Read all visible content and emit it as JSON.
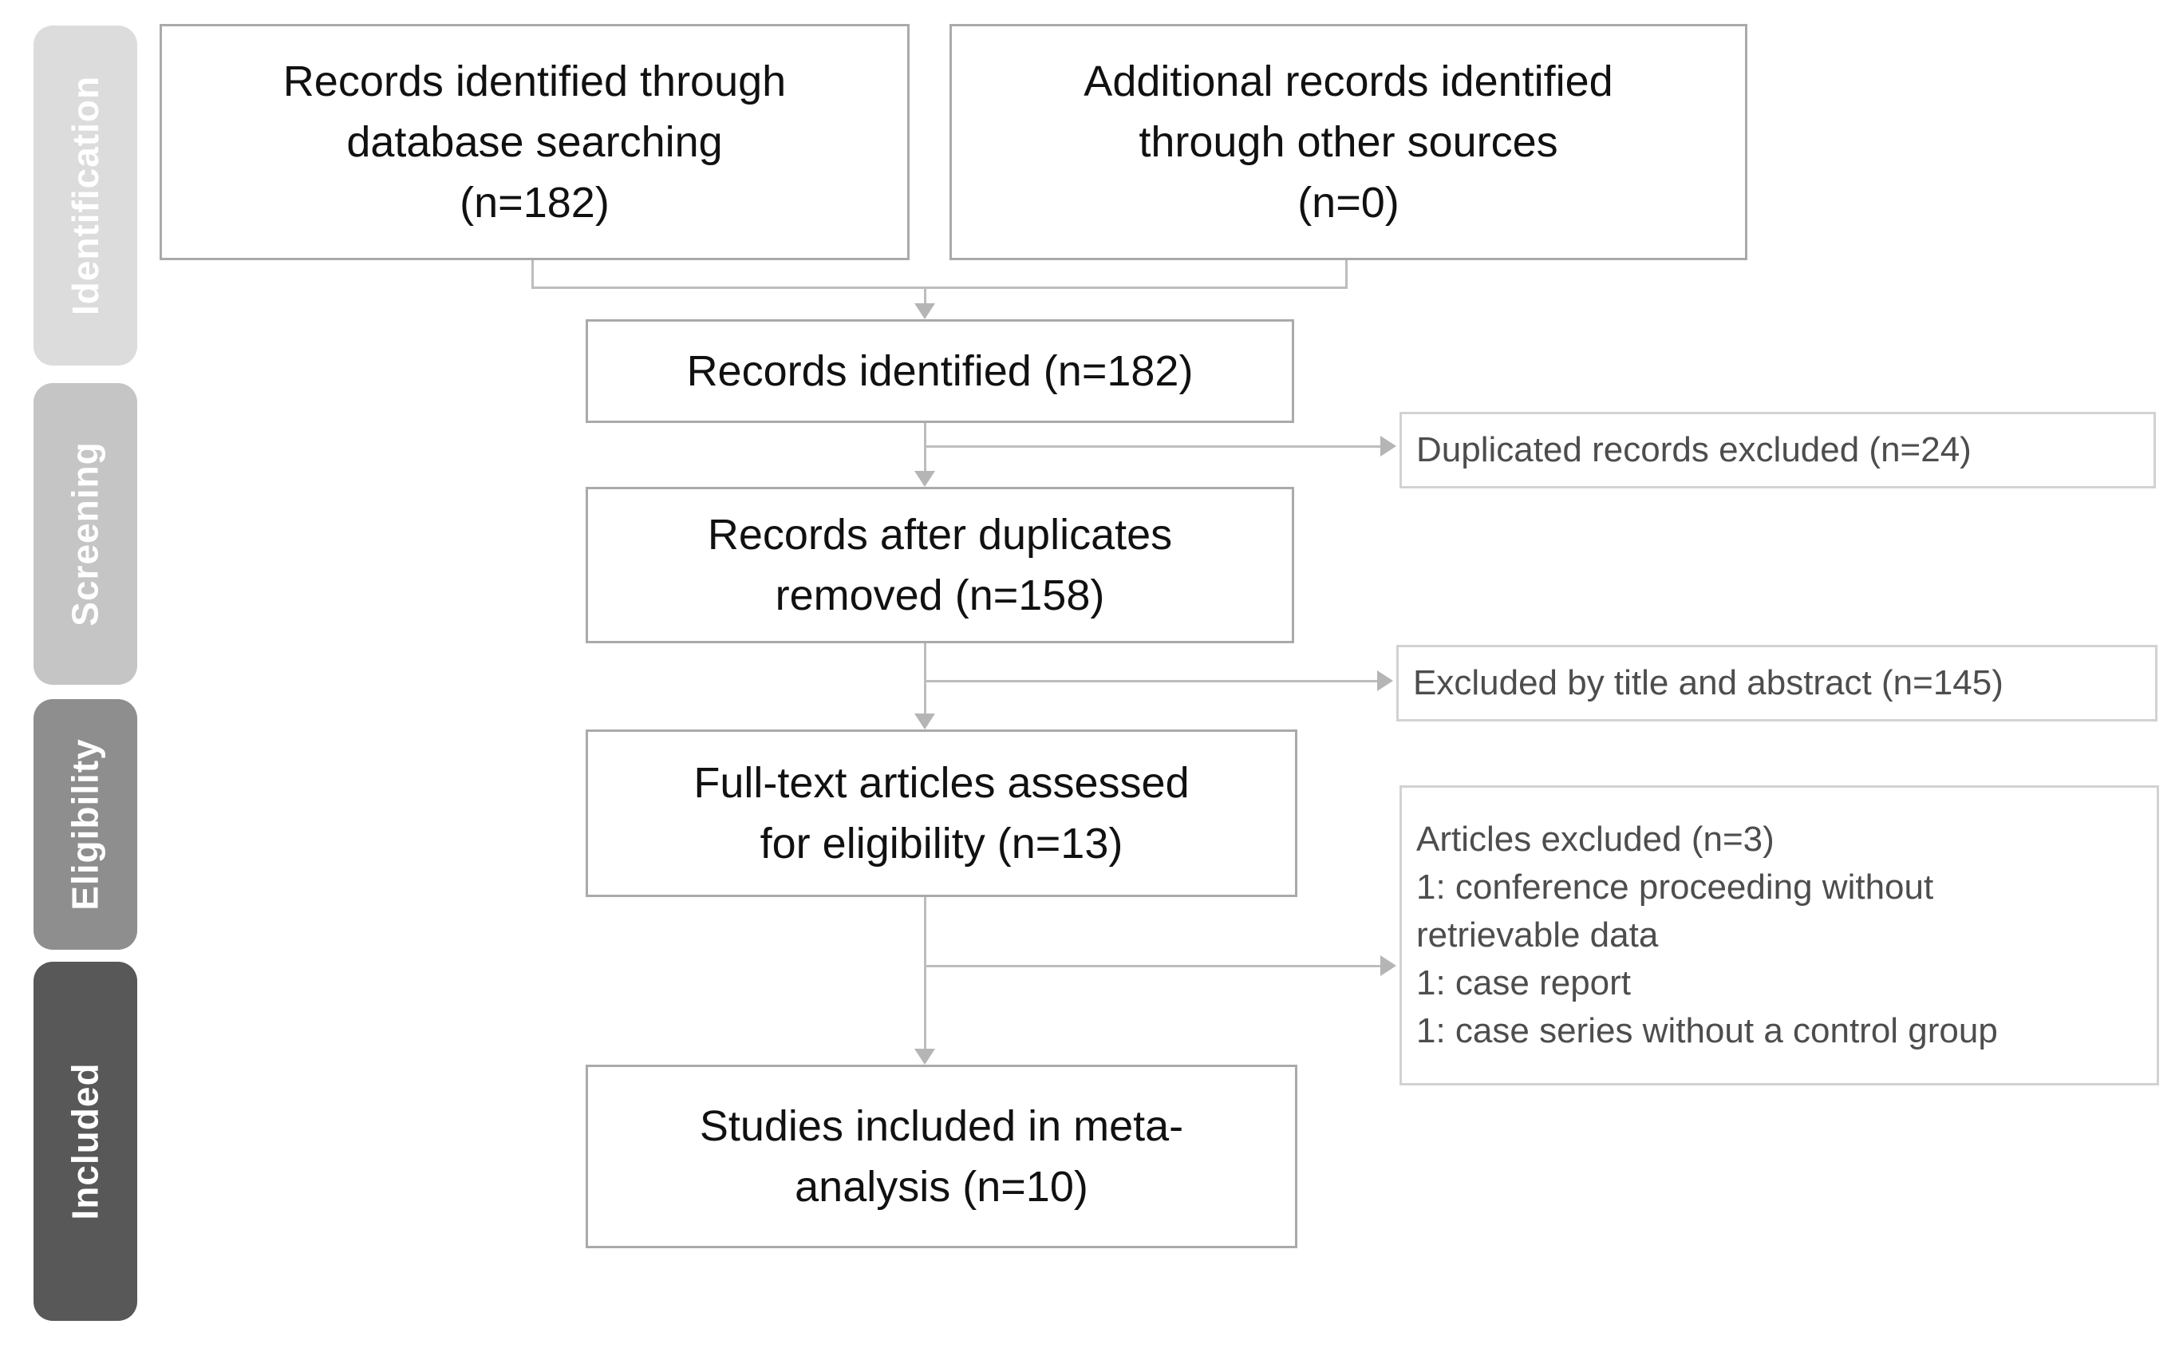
{
  "diagram_type": "PRISMA flow diagram",
  "stages": [
    {
      "label": "Identification",
      "color": "#dcdcdc"
    },
    {
      "label": "Screening",
      "color": "#c5c5c5"
    },
    {
      "label": "Eligibility",
      "color": "#8e8e8e"
    },
    {
      "label": "Included",
      "color": "#585858"
    }
  ],
  "boxes": {
    "database_search": {
      "n": 182,
      "lines": [
        "Records identified through",
        "database searching",
        "(n=182)"
      ]
    },
    "other_sources": {
      "n": 0,
      "lines": [
        "Additional records identified",
        "through other sources",
        "(n=0)"
      ]
    },
    "records_identified": {
      "n": 182,
      "lines": [
        "Records identified (n=182)"
      ]
    },
    "duplicates_removed": {
      "n": 158,
      "lines": [
        "Records after duplicates",
        "removed (n=158)"
      ]
    },
    "fulltext_assessed": {
      "n": 13,
      "lines": [
        "Full-text articles assessed",
        "for eligibility (n=13)"
      ]
    },
    "included_studies": {
      "n": 10,
      "lines": [
        "Studies included in meta-",
        "analysis (n=10)"
      ]
    }
  },
  "side_boxes": {
    "duplicated_excluded": {
      "n": 24,
      "lines": [
        "Duplicated records excluded (n=24)"
      ]
    },
    "title_abstract_excluded": {
      "n": 145,
      "lines": [
        "Excluded by title and abstract (n=145)"
      ]
    },
    "articles_excluded": {
      "n": 3,
      "lines": [
        "Articles excluded (n=3)",
        "1: conference proceeding without",
        "retrievable data",
        "1: case report",
        "1: case series without a control group"
      ]
    }
  },
  "connector_color": "#bdbdbd"
}
